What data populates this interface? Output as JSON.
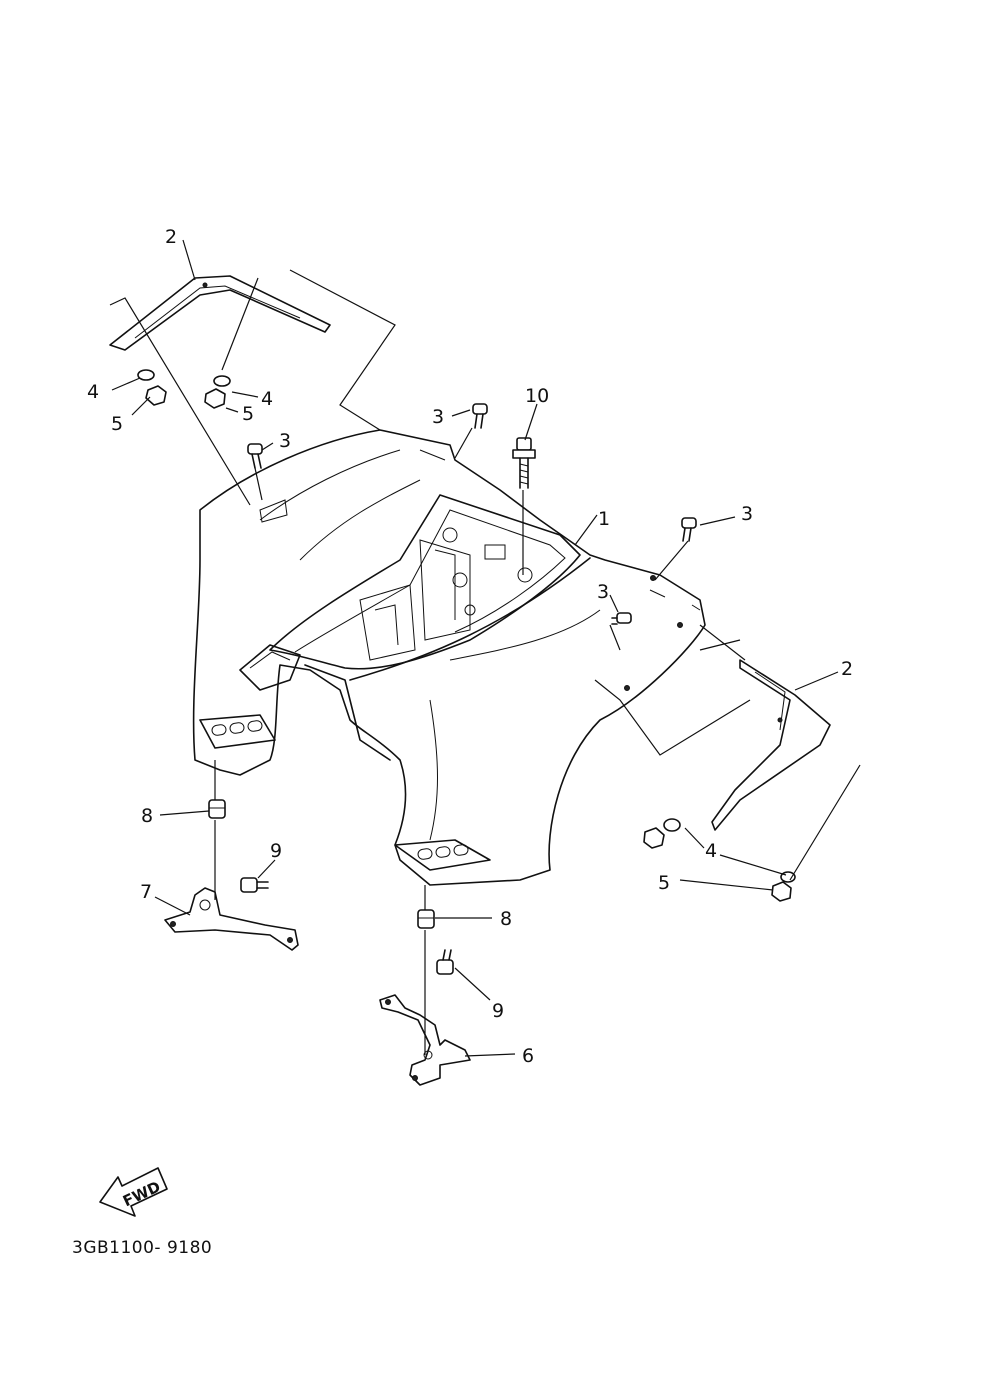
{
  "diagram": {
    "callouts": [
      {
        "id": "c1",
        "text": "1"
      },
      {
        "id": "c2a",
        "text": "2"
      },
      {
        "id": "c2b",
        "text": "2"
      },
      {
        "id": "c3a",
        "text": "3"
      },
      {
        "id": "c3b",
        "text": "3"
      },
      {
        "id": "c3c",
        "text": "3"
      },
      {
        "id": "c3d",
        "text": "3"
      },
      {
        "id": "c4a",
        "text": "4"
      },
      {
        "id": "c4b",
        "text": "4"
      },
      {
        "id": "c4c",
        "text": "4"
      },
      {
        "id": "c5a",
        "text": "5"
      },
      {
        "id": "c5b",
        "text": "5"
      },
      {
        "id": "c5c",
        "text": "5"
      },
      {
        "id": "c6",
        "text": "6"
      },
      {
        "id": "c7",
        "text": "7"
      },
      {
        "id": "c8a",
        "text": "8"
      },
      {
        "id": "c8b",
        "text": "8"
      },
      {
        "id": "c9a",
        "text": "9"
      },
      {
        "id": "c9b",
        "text": "9"
      },
      {
        "id": "c10",
        "text": "10"
      }
    ],
    "direction_badge": "FWD",
    "drawing_code": "3GB1100- 9180"
  }
}
